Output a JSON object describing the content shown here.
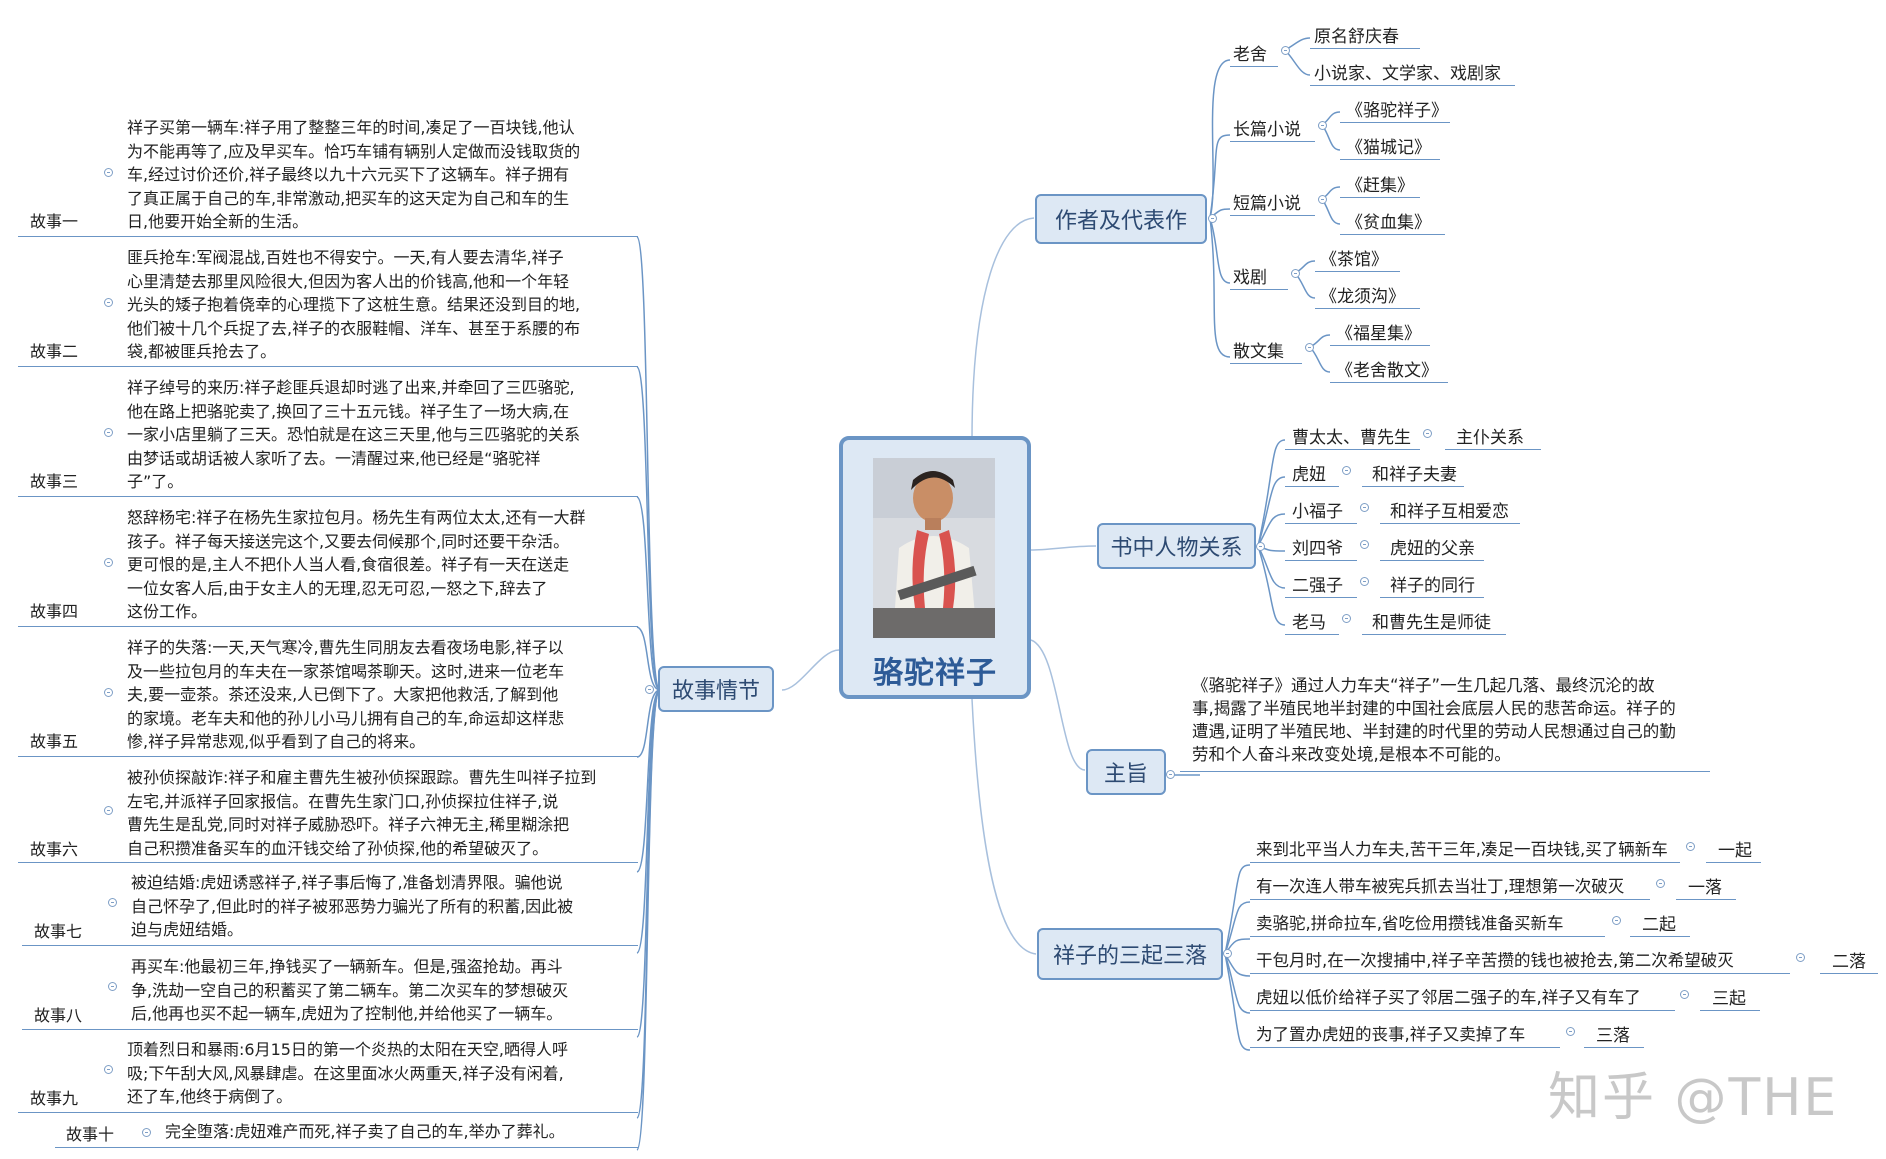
{
  "center": {
    "title": "骆驼祥子"
  },
  "branches": {
    "author": "作者及代表作",
    "characters": "书中人物关系",
    "theme": "主旨",
    "ups_downs": "祥子的三起三落",
    "plot": "故事情节"
  },
  "author": [
    {
      "label": "老舍",
      "items": [
        "原名舒庆春",
        "小说家、文学家、戏剧家"
      ]
    },
    {
      "label": "长篇小说",
      "items": [
        "《骆驼祥子》",
        "《猫城记》"
      ]
    },
    {
      "label": "短篇小说",
      "items": [
        "《赶集》",
        "《贫血集》"
      ]
    },
    {
      "label": "戏剧",
      "items": [
        "《茶馆》",
        "《龙须沟》"
      ]
    },
    {
      "label": "散文集",
      "items": [
        "《福星集》",
        "《老舍散文》"
      ]
    }
  ],
  "characters": [
    {
      "name": "曹太太、曹先生",
      "rel": "主仆关系"
    },
    {
      "name": "虎妞",
      "rel": "和祥子夫妻"
    },
    {
      "name": "小福子",
      "rel": "和祥子互相爱恋"
    },
    {
      "name": "刘四爷",
      "rel": "虎妞的父亲"
    },
    {
      "name": "二强子",
      "rel": "祥子的同行"
    },
    {
      "name": "老马",
      "rel": "和曹先生是师徒"
    }
  ],
  "theme": {
    "lines": [
      "《骆驼祥子》通过人力车夫“祥子”一生几起几落、最终沉沦的故",
      "事,揭露了半殖民地半封建的中国社会底层人民的悲苦命运。祥子的",
      "遭遇,证明了半殖民地、半封建的时代里的劳动人民想通过自己的勤",
      "劳和个人奋斗来改变处境,是根本不可能的。"
    ]
  },
  "ups_downs": [
    {
      "event": "来到北平当人力车夫,苦干三年,凑足一百块钱,买了辆新车",
      "stage": "一起"
    },
    {
      "event": "有一次连人带车被宪兵抓去当壮丁,理想第一次破灭",
      "stage": "一落"
    },
    {
      "event": "卖骆驼,拼命拉车,省吃俭用攒钱准备买新车",
      "stage": "二起"
    },
    {
      "event": "干包月时,在一次搜捕中,祥子辛苦攒的钱也被抢去,第二次希望破灭",
      "stage": "二落"
    },
    {
      "event": "虎妞以低价给祥子买了邻居二强子的车,祥子又有车了",
      "stage": "三起"
    },
    {
      "event": "为了置办虎妞的丧事,祥子又卖掉了车",
      "stage": "三落"
    }
  ],
  "stories": [
    {
      "label": "故事一",
      "text": "祥子买第一辆车:祥子用了整整三年的时间,凑足了一百块钱,他认\n为不能再等了,应及早买车。恰巧车铺有辆别人定做而没钱取货的\n车,经过讨价还价,祥子最终以九十六元买下了这辆车。祥子拥有\n了真正属于自己的车,非常激动,把买车的这天定为自己和车的生\n日,他要开始全新的生活。"
    },
    {
      "label": "故事二",
      "text": "匪兵抢车:军阀混战,百姓也不得安宁。一天,有人要去清华,祥子\n心里清楚去那里风险很大,但因为客人出的价钱高,他和一个年轻\n光头的矮子抱着侥幸的心理揽下了这桩生意。结果还没到目的地,\n他们被十几个兵捉了去,祥子的衣服鞋帽、洋车、甚至于系腰的布\n袋,都被匪兵抢去了。"
    },
    {
      "label": "故事三",
      "text": "祥子绰号的来历:祥子趁匪兵退却时逃了出来,并牵回了三匹骆驼,\n他在路上把骆驼卖了,换回了三十五元钱。祥子生了一场大病,在\n一家小店里躺了三天。恐怕就是在这三天里,他与三匹骆驼的关系\n由梦话或胡话被人家听了去。一清醒过来,他已经是“骆驼祥\n子”了。"
    },
    {
      "label": "故事四",
      "text": "怒辞杨宅:祥子在杨先生家拉包月。杨先生有两位太太,还有一大群\n孩子。祥子每天接送完这个,又要去伺候那个,同时还要干杂活。\n更可恨的是,主人不把仆人当人看,食宿很差。祥子有一天在送走\n一位女客人后,由于女主人的无理,忍无可忍,一怒之下,辞去了\n这份工作。"
    },
    {
      "label": "故事五",
      "text": "祥子的失落:一天,天气寒冷,曹先生同朋友去看夜场电影,祥子以\n及一些拉包月的车夫在一家茶馆喝茶聊天。这时,进来一位老车\n夫,要一壶茶。茶还没来,人已倒下了。大家把他救活,了解到他\n的家境。老车夫和他的孙儿小马儿拥有自己的车,命运却这样悲\n惨,祥子异常悲观,似乎看到了自己的将来。"
    },
    {
      "label": "故事六",
      "text": "被孙侦探敲诈:祥子和雇主曹先生被孙侦探跟踪。曹先生叫祥子拉到\n左宅,并派祥子回家报信。在曹先生家门口,孙侦探拉住祥子,说\n曹先生是乱党,同时对祥子威胁恐吓。祥子六神无主,稀里糊涂把\n自己积攒准备买车的血汗钱交给了孙侦探,他的希望破灭了。"
    },
    {
      "label": "故事七",
      "text": "被迫结婚:虎妞诱惑祥子,祥子事后悔了,准备划清界限。骗他说\n自己怀孕了,但此时的祥子被邪恶势力骗光了所有的积蓄,因此被\n迫与虎妞结婚。"
    },
    {
      "label": "故事八",
      "text": "再买车:他最初三年,挣钱买了一辆新车。但是,强盗抢劫。再斗\n争,洗劫一空自己的积蓄买了第二辆车。第二次买车的梦想破灭\n后,他再也买不起一辆车,虎妞为了控制他,并给他买了一辆车。"
    },
    {
      "label": "故事九",
      "text": "顶着烈日和暴雨:6月15日的第一个炎热的太阳在天空,晒得人呼\n吸;下午刮大风,风暴肆虐。在这里面冰火两重天,祥子没有闲着,\n还了车,他终于病倒了。"
    },
    {
      "label": "故事十",
      "text": "完全堕落:虎妞难产而死,祥子卖了自己的车,举办了葬礼。"
    }
  ],
  "watermark": "知乎 @THE",
  "colors": {
    "accent": "#6b95c5",
    "node_fill": "#dde8f4",
    "node_text": "#2d4a72",
    "title": "#2d5b97"
  }
}
